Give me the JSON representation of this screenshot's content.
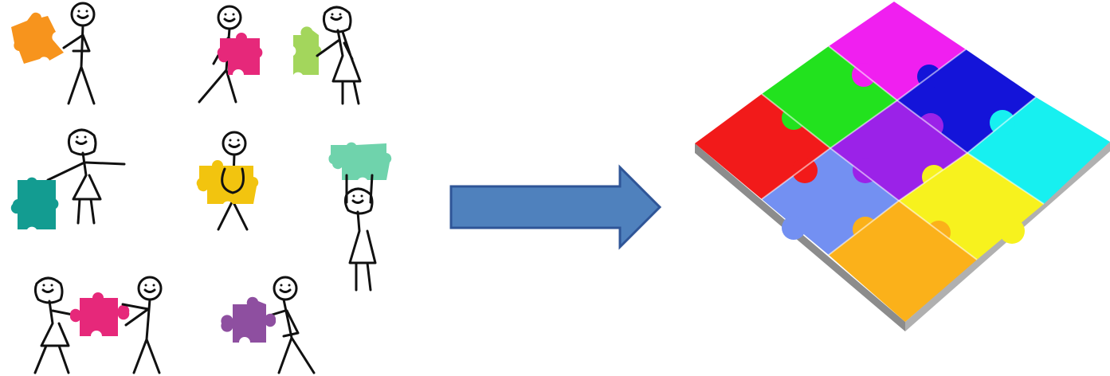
{
  "colors": {
    "background": "#ffffff",
    "arrow": "#4f81bd",
    "arrow_border": "#2f5597",
    "piece_orange_small": "#f7941d",
    "piece_pink": "#e6287a",
    "piece_lime": "#a3d65c",
    "piece_teal": "#139c91",
    "piece_yellow": "#f2c40f",
    "piece_mint": "#6fd3ac",
    "piece_purple": "#8e4fa0",
    "puzzle_red": "#f21a1a",
    "puzzle_green": "#22e21e",
    "puzzle_magenta": "#f01ff0",
    "puzzle_blue": "#1414d9",
    "puzzle_violet": "#9b22e8",
    "puzzle_cyan": "#17f0f0",
    "puzzle_periwinkle": "#7390f2",
    "puzzle_yellow": "#f7f21e",
    "puzzle_orange": "#fbb11a",
    "puzzle_base": "#a6a6a6"
  },
  "figures": [
    {
      "name": "figure-person-orange-piece",
      "piece_color": "orange"
    },
    {
      "name": "figure-pair-pink-lime",
      "piece_color": "pink-lime"
    },
    {
      "name": "figure-woman-teal-piece",
      "piece_color": "teal"
    },
    {
      "name": "figure-person-yellow-piece",
      "piece_color": "yellow"
    },
    {
      "name": "figure-woman-mint-piece",
      "piece_color": "mint"
    },
    {
      "name": "figure-pair-pink-piece",
      "piece_color": "pink"
    },
    {
      "name": "figure-person-purple-piece",
      "piece_color": "purple"
    }
  ],
  "puzzle": {
    "rows": 3,
    "cols": 3,
    "pieces": 9
  }
}
